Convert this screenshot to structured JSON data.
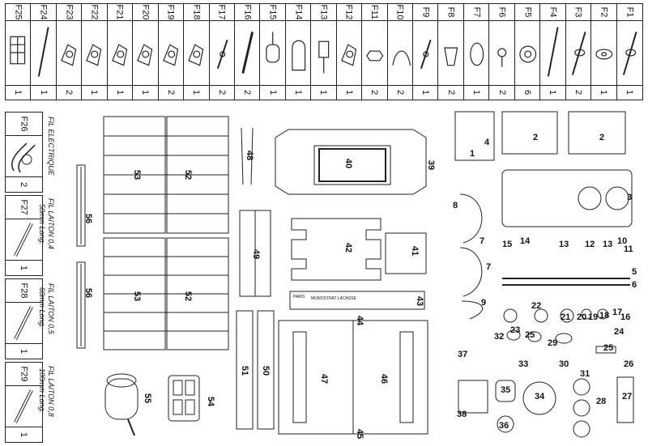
{
  "parts_table": {
    "columns": [
      {
        "code": "F25",
        "qty": "1",
        "icon": "grid-part-icon"
      },
      {
        "code": "F24",
        "qty": "1",
        "icon": "rod-part-icon"
      },
      {
        "code": "F23",
        "qty": "2",
        "icon": "clamp-part-icon"
      },
      {
        "code": "F22",
        "qty": "1",
        "icon": "valve-part-icon"
      },
      {
        "code": "F21",
        "qty": "1",
        "icon": "bent-wire-part-icon"
      },
      {
        "code": "F20",
        "qty": "1",
        "icon": "bracket-part-icon"
      },
      {
        "code": "F19",
        "qty": "2",
        "icon": "lever-part-icon"
      },
      {
        "code": "F18",
        "qty": "1",
        "icon": "crank-part-icon"
      },
      {
        "code": "F17",
        "qty": "2",
        "icon": "pin-part-icon"
      },
      {
        "code": "F16",
        "qty": "2",
        "icon": "shaft-part-icon"
      },
      {
        "code": "F15",
        "qty": "1",
        "icon": "cylinder-part-icon"
      },
      {
        "code": "F14",
        "qty": "1",
        "icon": "dome-part-icon"
      },
      {
        "code": "F13",
        "qty": "1",
        "icon": "piston-part-icon"
      },
      {
        "code": "F12",
        "qty": "1",
        "icon": "handle-part-icon"
      },
      {
        "code": "F11",
        "qty": "2",
        "icon": "nut-part-icon"
      },
      {
        "code": "F10",
        "qty": "2",
        "icon": "arc-part-icon"
      },
      {
        "code": "F9",
        "qty": "1",
        "icon": "pin-part-icon"
      },
      {
        "code": "F8",
        "qty": "2",
        "icon": "cup-part-icon"
      },
      {
        "code": "F7",
        "qty": "1",
        "icon": "belt-part-icon"
      },
      {
        "code": "F6",
        "qty": "2",
        "icon": "bolt-part-icon"
      },
      {
        "code": "F5",
        "qty": "6",
        "icon": "wheel-part-icon"
      },
      {
        "code": "F4",
        "qty": "1",
        "icon": "rod-part-icon"
      },
      {
        "code": "F3",
        "qty": "2",
        "icon": "axle-part-icon"
      },
      {
        "code": "F2",
        "qty": "1",
        "icon": "washer-part-icon"
      },
      {
        "code": "F1",
        "qty": "1",
        "icon": "axle-part-icon"
      }
    ]
  },
  "wires": [
    {
      "code": "F26",
      "qty": "2",
      "desc": [
        "FIL ELECTRIQUE"
      ]
    },
    {
      "code": "F27",
      "qty": "1",
      "desc": [
        "FIL LAITON 0,4",
        "50mm Long."
      ]
    },
    {
      "code": "F28",
      "qty": "1",
      "desc": [
        "FIL LAITON 0,5",
        "60mm Long."
      ]
    },
    {
      "code": "F29",
      "qty": "1",
      "desc": [
        "FIL LAITON 0,8",
        "100mm Long."
      ]
    }
  ],
  "part_numbers": {
    "n1": "1",
    "n2": "2",
    "n3": "3",
    "n4": "4",
    "n5": "5",
    "n6": "6",
    "n7": "7",
    "n8": "8",
    "n9": "9",
    "n10": "10",
    "n11": "11",
    "n12": "12",
    "n13": "13",
    "n14": "14",
    "n15": "15",
    "n16": "16",
    "n17": "17",
    "n18": "18",
    "n19": "19",
    "n20": "20",
    "n21": "21",
    "n22": "22",
    "n23": "23",
    "n24": "24",
    "n25": "25",
    "n26": "26",
    "n27": "27",
    "n28": "28",
    "n29": "29",
    "n30": "30",
    "n31": "31",
    "n32": "32",
    "n33": "33",
    "n34": "34",
    "n35": "35",
    "n36": "36",
    "n37": "37",
    "n38": "38",
    "n39": "39",
    "n40": "40",
    "n41": "41",
    "n42": "42",
    "n43": "43",
    "n44": "44",
    "n45": "45",
    "n46": "46",
    "n47": "47",
    "n48": "48",
    "n49": "49",
    "n50": "50",
    "n51": "51",
    "n52": "52",
    "n53": "53",
    "n54": "54",
    "n55": "55",
    "n56": "56"
  },
  "plate_text": {
    "maker": "MONOSTRAT LACASSE",
    "badge": "PARIS"
  }
}
